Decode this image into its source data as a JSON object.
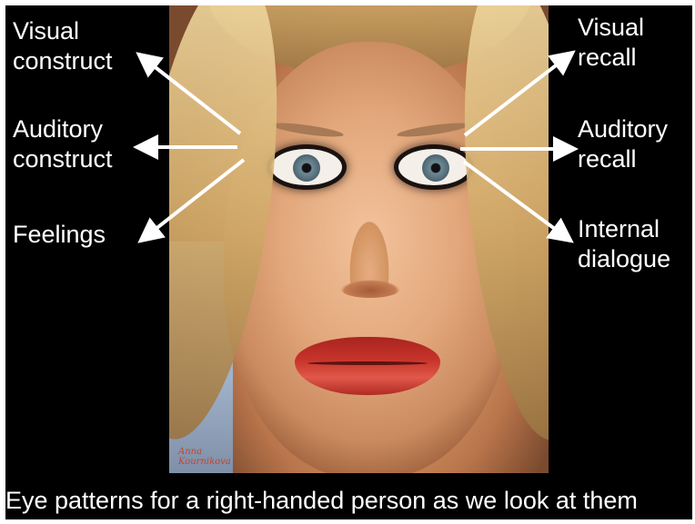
{
  "labels": {
    "visual_construct": [
      "Visual",
      "construct"
    ],
    "auditory_construct": [
      "Auditory",
      "construct"
    ],
    "feelings": [
      "Feelings"
    ],
    "visual_recall": [
      "Visual",
      "recall"
    ],
    "auditory_recall": [
      "Auditory",
      "recall"
    ],
    "internal_dialogue": [
      "Internal",
      "dialogue"
    ]
  },
  "photo_signature": [
    "Anna",
    "Kournikova"
  ],
  "caption": "Eye patterns for a right-handed person as we look at them",
  "colors": {
    "background": "#000000",
    "text": "#ffffff",
    "arrow": "#ffffff"
  }
}
